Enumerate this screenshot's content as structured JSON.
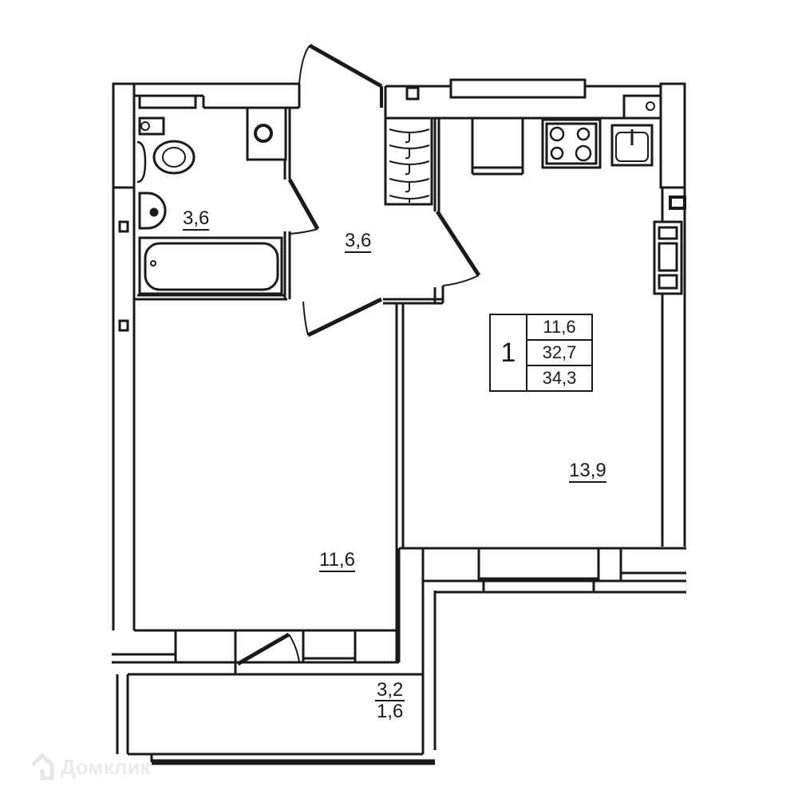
{
  "plan": {
    "type": "apartment-floor-plan",
    "rooms_count": "1",
    "summary": {
      "living_area": "11,6",
      "total_area": "32,7",
      "total_area_with_balcony": "34,3"
    },
    "rooms": [
      {
        "id": "bathroom",
        "area": "3,6"
      },
      {
        "id": "hallway",
        "area": "3,6"
      },
      {
        "id": "kitchen-living",
        "area": "13,9"
      },
      {
        "id": "bedroom",
        "area": "11,6"
      }
    ],
    "balcony": {
      "area": "3,2",
      "reduced_area": "1,6"
    },
    "colors": {
      "line": "#1a1a1a",
      "background": "#ffffff",
      "watermark": "#e8e8e8"
    }
  },
  "watermark": {
    "text": "Домклик",
    "icon": "house-logo-icon"
  }
}
